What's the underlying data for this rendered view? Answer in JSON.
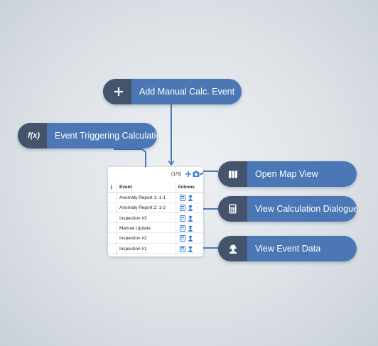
{
  "callouts": {
    "add_manual": "Add Manual Calc. Event",
    "event_triggering": "Event Triggering Calculation",
    "event_triggering_icon_text": "f(x)",
    "open_map": "Open Map View",
    "calc_dialogue": "View Calculation Dialogue",
    "event_data": "View Event Data"
  },
  "table": {
    "pager": "(1/3)",
    "left_fragment": ".)",
    "col_event": "Event",
    "col_actions": "Actions",
    "rows": [
      "Anomaly Report 1: 1-1",
      "Anomaly Report 2: 1-2",
      "Inspection #3",
      "Manual Update",
      "Inspection #2",
      "Inspection #1"
    ]
  },
  "icons": {
    "add": "plus-icon",
    "map": "map-icon",
    "calculator": "calculator-icon",
    "inspector": "inspector-person-icon",
    "collapse": "chevron-up-icon"
  },
  "colors": {
    "pill_blue": "#4b78b5",
    "pill_cap": "#44546c",
    "arrow": "#4a78b8",
    "action_icon": "#3d7fd6"
  }
}
